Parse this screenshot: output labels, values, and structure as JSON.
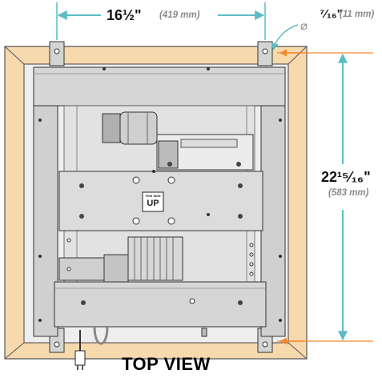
{
  "dimensions": {
    "width": {
      "value": "16½\"",
      "metric": "(419 mm)"
    },
    "hole": {
      "symbol": "⌀",
      "value": "⁷⁄₁₆\"",
      "metric": "(11 mm)"
    },
    "height": {
      "value": "22¹⁵⁄₁₆\"",
      "metric": "(583 mm)"
    }
  },
  "label": {
    "text": "THIS SIDE",
    "big": "UP"
  },
  "view_title": "TOP VIEW",
  "colors": {
    "dimension_line": "#5bbcc4",
    "hole_leader": "#f08a2e",
    "wood_frame": "#f7d9ae",
    "metal": "#d4d4d4",
    "outline": "#333333"
  }
}
